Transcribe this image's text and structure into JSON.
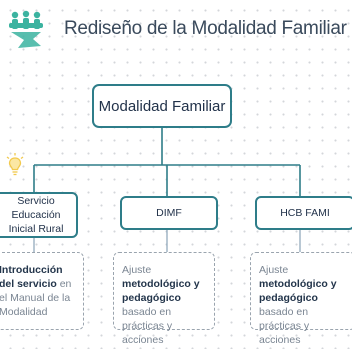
{
  "header": {
    "title": "Rediseño de la Modalidad Familiar"
  },
  "root": {
    "label": "Modalidad Familiar"
  },
  "nodes": [
    {
      "line1": "Servicio Educación",
      "line2": "Inicial Rural"
    },
    {
      "label": "DIMF"
    },
    {
      "label": "HCB FAMI"
    }
  ],
  "details": [
    {
      "bold": "Introducción del servicio",
      "rest": " en el Manual de la Modalidad"
    },
    {
      "pre": "Ajuste ",
      "bold1": "metodológico y",
      "bold2": "pedagógico",
      "rest": " basado en prácticas y acciones"
    },
    {
      "pre": "Ajuste ",
      "bold1": "metodológico y",
      "bold2": "pedagógico",
      "rest": " basado en prácticas y acciones"
    }
  ],
  "colors": {
    "accent": "#2e7d89",
    "logo": "#3bb3a0",
    "bulb": "#f2c94c",
    "dashed": "#9aa4ae"
  },
  "icons": {
    "logo": "people-hands-raised-logo",
    "idea": "lightbulb-icon"
  }
}
